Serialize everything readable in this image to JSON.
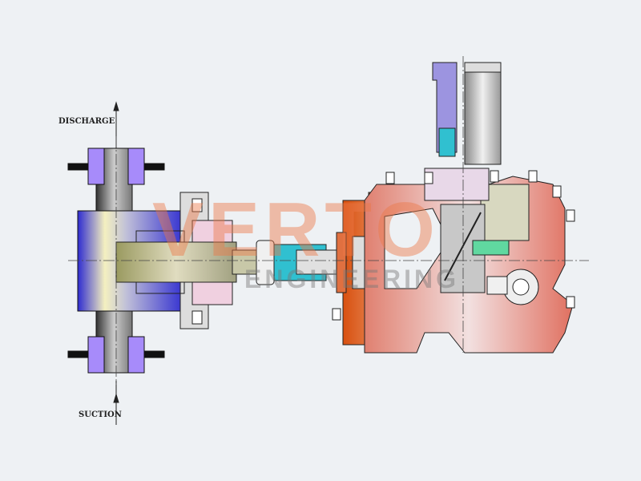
{
  "labels": {
    "discharge": "DISCHARGE",
    "suction": "SUCTION"
  },
  "watermark": {
    "brand": "VERTO",
    "sub": "ENGINEERING"
  },
  "colors": {
    "background": "#eef1f4",
    "casing": "#e07a5f",
    "cylinder": "#3a35d8",
    "plunger": "#b8b890",
    "accent": "#38c8d8",
    "flange": "#a78bfa"
  }
}
